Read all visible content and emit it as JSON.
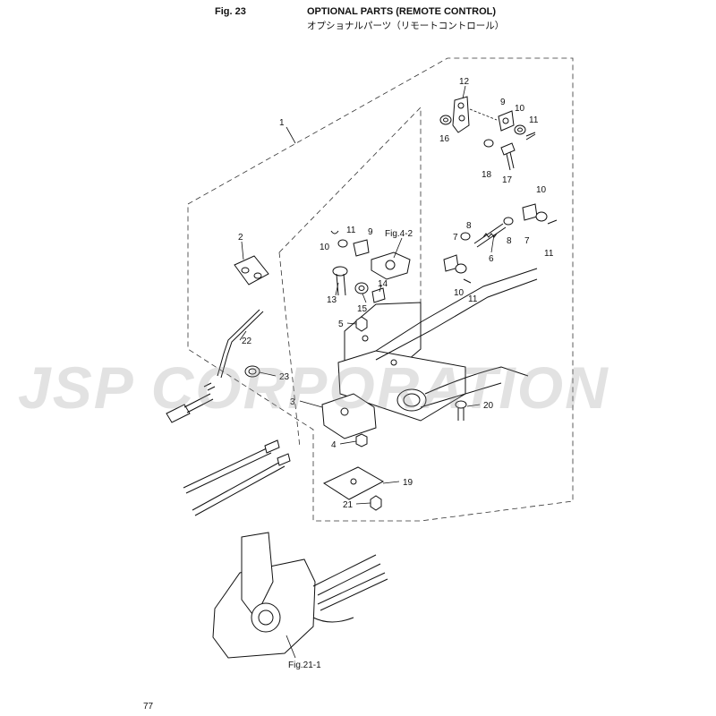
{
  "header": {
    "fig_number": "Fig. 23",
    "title_en": "OPTIONAL PARTS (REMOTE CONTROL)",
    "title_jp": "オプショナルパーツ（リモートコントロール）"
  },
  "watermark": "JSP CORPORATION",
  "page_number": "77",
  "callouts": {
    "c1": "1",
    "c2": "2",
    "c3": "3",
    "c4": "4",
    "c5": "5",
    "c6": "6",
    "c7a": "7",
    "c7b": "7",
    "c8a": "8",
    "c8b": "8",
    "c9a": "9",
    "c9b": "9",
    "c10a": "10",
    "c10b": "10",
    "c10c": "10",
    "c10d": "10",
    "c11a": "11",
    "c11b": "11",
    "c11c": "11",
    "c11d": "11",
    "c12": "12",
    "c13": "13",
    "c14": "14",
    "c15": "15",
    "c16": "16",
    "c17": "17",
    "c18": "18",
    "c19": "19",
    "c20": "20",
    "c21": "21",
    "c22": "22",
    "c23": "23"
  },
  "references": {
    "fig_4_2": "Fig.4-2",
    "fig_21_1": "Fig.21-1"
  }
}
